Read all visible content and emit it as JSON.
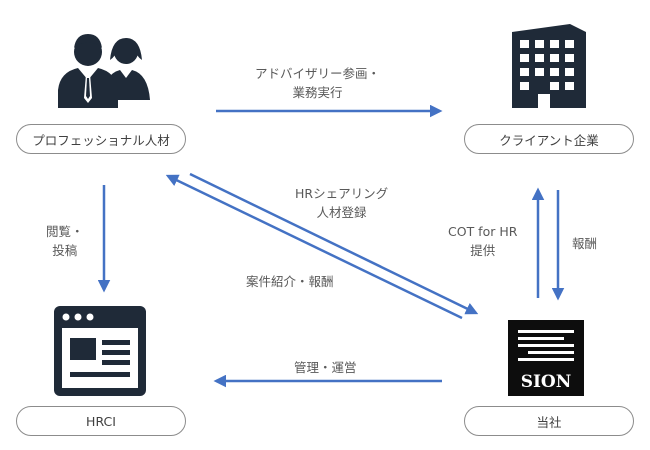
{
  "nodes": {
    "professional": "プロフェッショナル人材",
    "client": "クライアント企業",
    "hrci": "HRCI",
    "company": "当社"
  },
  "logo": {
    "text": "SION"
  },
  "edges": {
    "advisory": [
      "アドバイザリー参画・",
      "業務実行"
    ],
    "hr_sharing": [
      "HRシェアリング",
      "人材登録"
    ],
    "referral": "案件紹介・報酬",
    "browse": [
      "閲覧・",
      "投稿"
    ],
    "cot": [
      "COT for HR",
      "提供"
    ],
    "reward": "報酬",
    "manage": "管理・運営"
  },
  "colors": {
    "arrow": "#4472C4",
    "icon": "#1f2a38",
    "logo_bg": "#0d0d0d"
  },
  "icons": {
    "professional": "people-icon",
    "client": "building-icon",
    "hrci": "web-page-icon",
    "company": "sion-logo"
  }
}
